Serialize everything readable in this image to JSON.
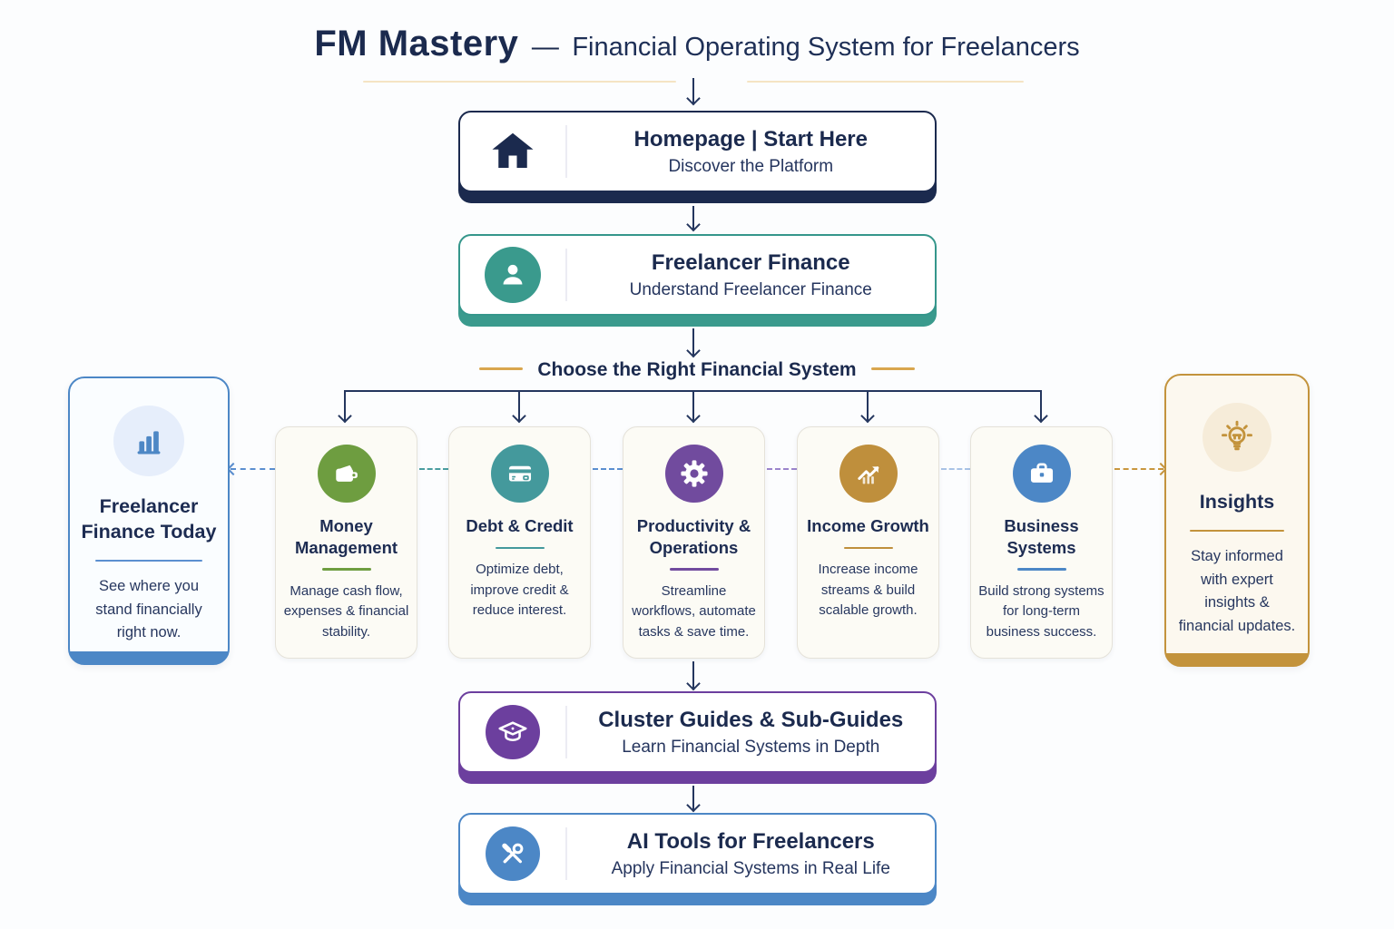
{
  "header": {
    "brand": "FM Mastery",
    "separator": "—",
    "subtitle": "Financial Operating System for Freelancers"
  },
  "flow": {
    "homepage": {
      "title": "Homepage | Start Here",
      "subtitle": "Discover the Platform",
      "icon": "home-icon",
      "accent": "#1b2a4e"
    },
    "freelancer_finance": {
      "title": "Freelancer Finance",
      "subtitle": "Understand Freelancer Finance",
      "icon": "person-icon",
      "accent": "#35968b"
    },
    "cluster_guides": {
      "title": "Cluster Guides & Sub-Guides",
      "subtitle": "Learn Financial Systems in Depth",
      "icon": "graduation-cap-icon",
      "accent": "#6c3f9e"
    },
    "ai_tools": {
      "title": "AI Tools for Freelancers",
      "subtitle": "Apply Financial Systems in Real Life",
      "icon": "tools-icon",
      "accent": "#4c87c6"
    }
  },
  "branch_label": "Choose the Right Financial System",
  "systems": [
    {
      "title": "Money Management",
      "description": "Manage cash flow, expenses & financial stability.",
      "icon": "wallet-icon",
      "accent": "#6e9d40"
    },
    {
      "title": "Debt & Credit",
      "description": "Optimize debt, improve credit & reduce interest.",
      "icon": "credit-card-icon",
      "accent": "#44999c"
    },
    {
      "title": "Productivity & Operations",
      "description": "Streamline workflows, automate tasks & save time.",
      "icon": "gear-icon",
      "accent": "#714b9e"
    },
    {
      "title": "Income Growth",
      "description": "Increase income streams & build scalable growth.",
      "icon": "growth-chart-icon",
      "accent": "#bf8f3c"
    },
    {
      "title": "Business Systems",
      "description": "Build strong systems for long-term business success.",
      "icon": "briefcase-icon",
      "accent": "#4c87c6"
    }
  ],
  "side_cards": {
    "left": {
      "title": "Freelancer Finance Today",
      "description": "See where you stand financially right now.",
      "icon": "bar-chart-icon",
      "accent": "#4c87c6"
    },
    "right": {
      "title": "Insights",
      "description": "Stay informed with expert insights & financial updates.",
      "icon": "lightbulb-icon",
      "accent": "#c3933c"
    }
  },
  "colors": {
    "navy": "#1b2a4e",
    "teal": "#35968b",
    "green": "#6e9d40",
    "debt_teal": "#44999c",
    "purple": "#714b9e",
    "gold": "#bf8f3c",
    "blue": "#4c87c6",
    "cluster_purple": "#6c3f9e",
    "insights_gold": "#c3933c",
    "branch_dash_gold": "#d9a64e",
    "title_rule": "#f5e4c4"
  }
}
